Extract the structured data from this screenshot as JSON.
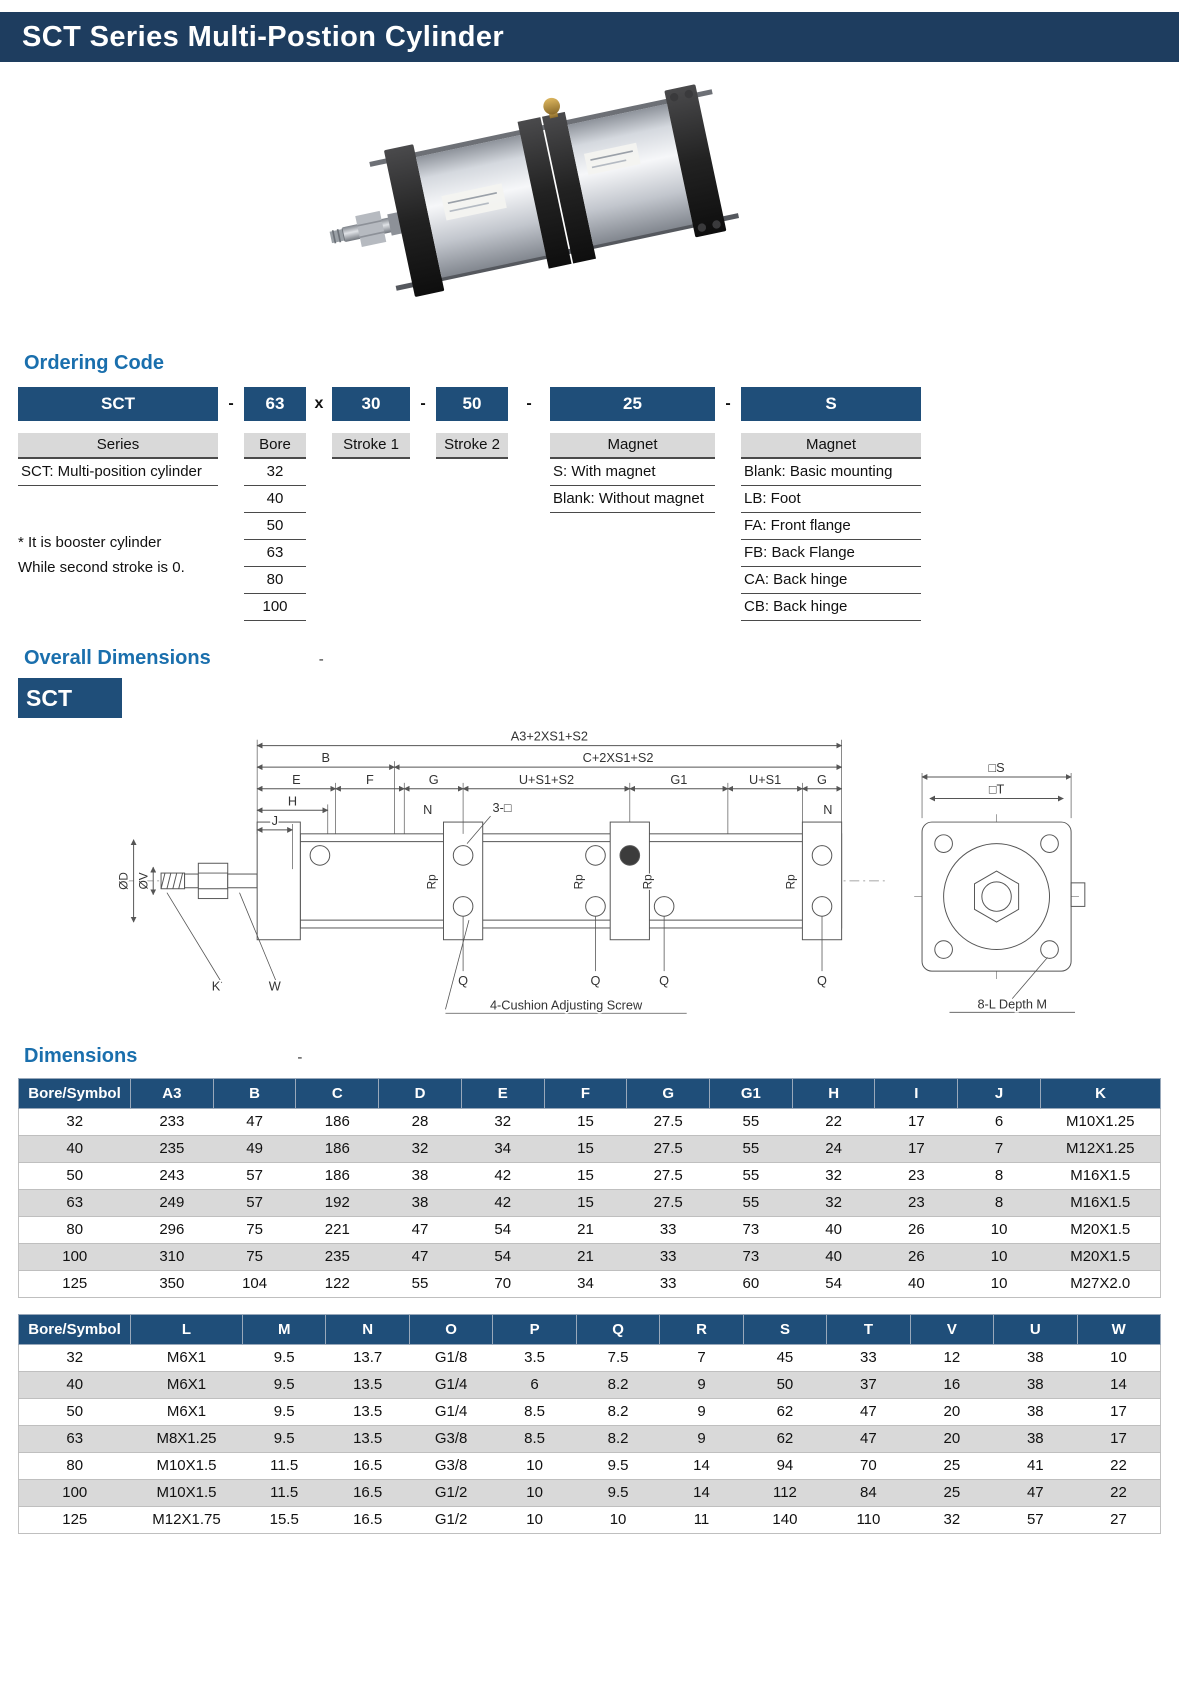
{
  "page": {
    "title": "SCT Series Multi-Postion Cylinder"
  },
  "colors": {
    "banner": "#1e3d5f",
    "heading": "#1a6fad",
    "code_block": "#1f4e79",
    "table_header": "#1f4e79",
    "row_alt": "#d9d9d9",
    "label_bar": "#d9d9d9"
  },
  "sections": {
    "ordering_code": "Ordering Code",
    "overall_dimensions": "Overall Dimensions",
    "dimensions": "Dimensions",
    "model_tag": "SCT",
    "stray_dash": "-"
  },
  "ordering": {
    "codes": {
      "series": "SCT",
      "bore": "63",
      "stroke1": "30",
      "stroke2": "50",
      "magnet": "25",
      "mounting": "S"
    },
    "separators": [
      "-",
      "x",
      "-",
      "-",
      "-"
    ],
    "labels": {
      "series": "Series",
      "bore": "Bore",
      "stroke1": "Stroke 1",
      "stroke2": "Stroke 2",
      "magnet": "Magnet",
      "mounting": "Magnet"
    },
    "series_desc": "SCT: Multi-position cylinder",
    "bore_options": [
      "32",
      "40",
      "50",
      "63",
      "80",
      "100"
    ],
    "notes": [
      "* It is booster cylinder",
      "While second stroke is 0."
    ],
    "magnet_options": [
      "S: With magnet",
      "Blank: Without magnet"
    ],
    "mounting_options": [
      "Blank: Basic mounting",
      "LB: Foot",
      "FA: Front flange",
      "FB: Back Flange",
      "CA: Back hinge",
      "CB: Back hinge"
    ]
  },
  "diagram": {
    "labels": {
      "a3": "A3+2XS1+S2",
      "b": "B",
      "c": "C+2XS1+S2",
      "e": "E",
      "f": "F",
      "g": "G",
      "u_s1_s2": "U+S1+S2",
      "g1": "G1",
      "u_s1": "U+S1",
      "h": "H",
      "j": "J",
      "n": "N",
      "hole": "3-□",
      "dia_d": "ØD",
      "dia_v": "ØV",
      "port": "Rp",
      "k": "K",
      "w": "W",
      "q": "Q",
      "cushion": "4-Cushion Adjusting Screw",
      "s": "□S",
      "t": "□T",
      "bolt": "8-L Depth M"
    }
  },
  "table1": {
    "headers": [
      "Bore/Symbol",
      "A3",
      "B",
      "C",
      "D",
      "E",
      "F",
      "G",
      "G1",
      "H",
      "I",
      "J",
      "K"
    ],
    "rows": [
      [
        "32",
        "233",
        "47",
        "186",
        "28",
        "32",
        "15",
        "27.5",
        "55",
        "22",
        "17",
        "6",
        "M10X1.25"
      ],
      [
        "40",
        "235",
        "49",
        "186",
        "32",
        "34",
        "15",
        "27.5",
        "55",
        "24",
        "17",
        "7",
        "M12X1.25"
      ],
      [
        "50",
        "243",
        "57",
        "186",
        "38",
        "42",
        "15",
        "27.5",
        "55",
        "32",
        "23",
        "8",
        "M16X1.5"
      ],
      [
        "63",
        "249",
        "57",
        "192",
        "38",
        "42",
        "15",
        "27.5",
        "55",
        "32",
        "23",
        "8",
        "M16X1.5"
      ],
      [
        "80",
        "296",
        "75",
        "221",
        "47",
        "54",
        "21",
        "33",
        "73",
        "40",
        "26",
        "10",
        "M20X1.5"
      ],
      [
        "100",
        "310",
        "75",
        "235",
        "47",
        "54",
        "21",
        "33",
        "73",
        "40",
        "26",
        "10",
        "M20X1.5"
      ],
      [
        "125",
        "350",
        "104",
        "122",
        "55",
        "70",
        "34",
        "33",
        "60",
        "54",
        "40",
        "10",
        "M27X2.0"
      ]
    ]
  },
  "table2": {
    "headers": [
      "Bore/Symbol",
      "L",
      "M",
      "N",
      "O",
      "P",
      "Q",
      "R",
      "S",
      "T",
      "V",
      "U",
      "W"
    ],
    "rows": [
      [
        "32",
        "M6X1",
        "9.5",
        "13.7",
        "G1/8",
        "3.5",
        "7.5",
        "7",
        "45",
        "33",
        "12",
        "38",
        "10"
      ],
      [
        "40",
        "M6X1",
        "9.5",
        "13.5",
        "G1/4",
        "6",
        "8.2",
        "9",
        "50",
        "37",
        "16",
        "38",
        "14"
      ],
      [
        "50",
        "M6X1",
        "9.5",
        "13.5",
        "G1/4",
        "8.5",
        "8.2",
        "9",
        "62",
        "47",
        "20",
        "38",
        "17"
      ],
      [
        "63",
        "M8X1.25",
        "9.5",
        "13.5",
        "G3/8",
        "8.5",
        "8.2",
        "9",
        "62",
        "47",
        "20",
        "38",
        "17"
      ],
      [
        "80",
        "M10X1.5",
        "11.5",
        "16.5",
        "G3/8",
        "10",
        "9.5",
        "14",
        "94",
        "70",
        "25",
        "41",
        "22"
      ],
      [
        "100",
        "M10X1.5",
        "11.5",
        "16.5",
        "G1/2",
        "10",
        "9.5",
        "14",
        "112",
        "84",
        "25",
        "47",
        "22"
      ],
      [
        "125",
        "M12X1.75",
        "15.5",
        "16.5",
        "G1/2",
        "10",
        "10",
        "11",
        "140",
        "110",
        "32",
        "57",
        "27"
      ]
    ]
  }
}
